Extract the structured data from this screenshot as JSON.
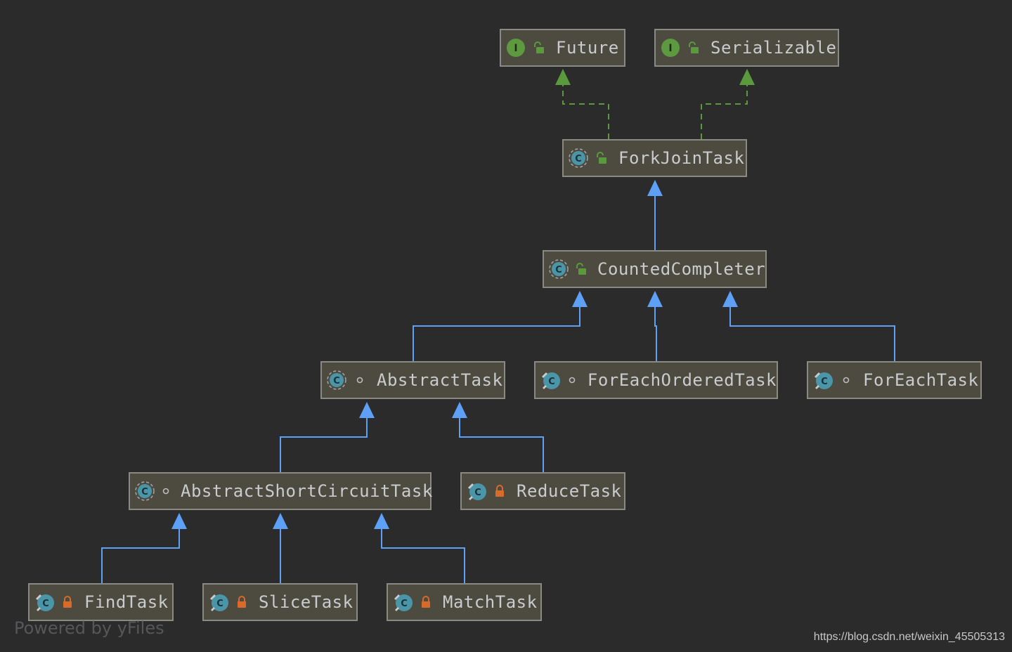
{
  "colors": {
    "background": "#2b2b2b",
    "node_fill": "#4d4a3f",
    "node_border": "#8a8a84",
    "extends_arrow": "#5ea0f5",
    "implements_arrow": "#5a9a3c",
    "interface_icon": "#5d9a3f",
    "class_icon": "#4a96a8",
    "lock_private": "#d86a2a",
    "unlock_public": "#5a9a3c"
  },
  "nodes": [
    {
      "id": "future",
      "label": "Future",
      "kind": "interface",
      "visibility": "public"
    },
    {
      "id": "serializable",
      "label": "Serializable",
      "kind": "interface",
      "visibility": "public"
    },
    {
      "id": "forkjointask",
      "label": "ForkJoinTask",
      "kind": "abstract-class",
      "visibility": "public"
    },
    {
      "id": "countedcompleter",
      "label": "CountedCompleter",
      "kind": "abstract-class",
      "visibility": "public"
    },
    {
      "id": "abstracttask",
      "label": "AbstractTask",
      "kind": "abstract-class",
      "visibility": "package"
    },
    {
      "id": "foreachorderedtask",
      "label": "ForEachOrderedTask",
      "kind": "final-class",
      "visibility": "package"
    },
    {
      "id": "foreachtask",
      "label": "ForEachTask",
      "kind": "final-class",
      "visibility": "package"
    },
    {
      "id": "abstractshortcircuittask",
      "label": "AbstractShortCircuitTask",
      "kind": "abstract-class",
      "visibility": "package"
    },
    {
      "id": "reducetask",
      "label": "ReduceTask",
      "kind": "final-class",
      "visibility": "private"
    },
    {
      "id": "findtask",
      "label": "FindTask",
      "kind": "final-class",
      "visibility": "private"
    },
    {
      "id": "slicetask",
      "label": "SliceTask",
      "kind": "final-class",
      "visibility": "private"
    },
    {
      "id": "matchtask",
      "label": "MatchTask",
      "kind": "final-class",
      "visibility": "private"
    }
  ],
  "edges": [
    {
      "from": "forkjointask",
      "to": "future",
      "type": "implements"
    },
    {
      "from": "forkjointask",
      "to": "serializable",
      "type": "implements"
    },
    {
      "from": "countedcompleter",
      "to": "forkjointask",
      "type": "extends"
    },
    {
      "from": "abstracttask",
      "to": "countedcompleter",
      "type": "extends"
    },
    {
      "from": "foreachorderedtask",
      "to": "countedcompleter",
      "type": "extends"
    },
    {
      "from": "foreachtask",
      "to": "countedcompleter",
      "type": "extends"
    },
    {
      "from": "abstractshortcircuittask",
      "to": "abstracttask",
      "type": "extends"
    },
    {
      "from": "reducetask",
      "to": "abstracttask",
      "type": "extends"
    },
    {
      "from": "findtask",
      "to": "abstractshortcircuittask",
      "type": "extends"
    },
    {
      "from": "slicetask",
      "to": "abstractshortcircuittask",
      "type": "extends"
    },
    {
      "from": "matchtask",
      "to": "abstractshortcircuittask",
      "type": "extends"
    }
  ],
  "footer": {
    "powered_by": "Powered by yFiles",
    "source_url": "https://blog.csdn.net/weixin_45505313"
  }
}
